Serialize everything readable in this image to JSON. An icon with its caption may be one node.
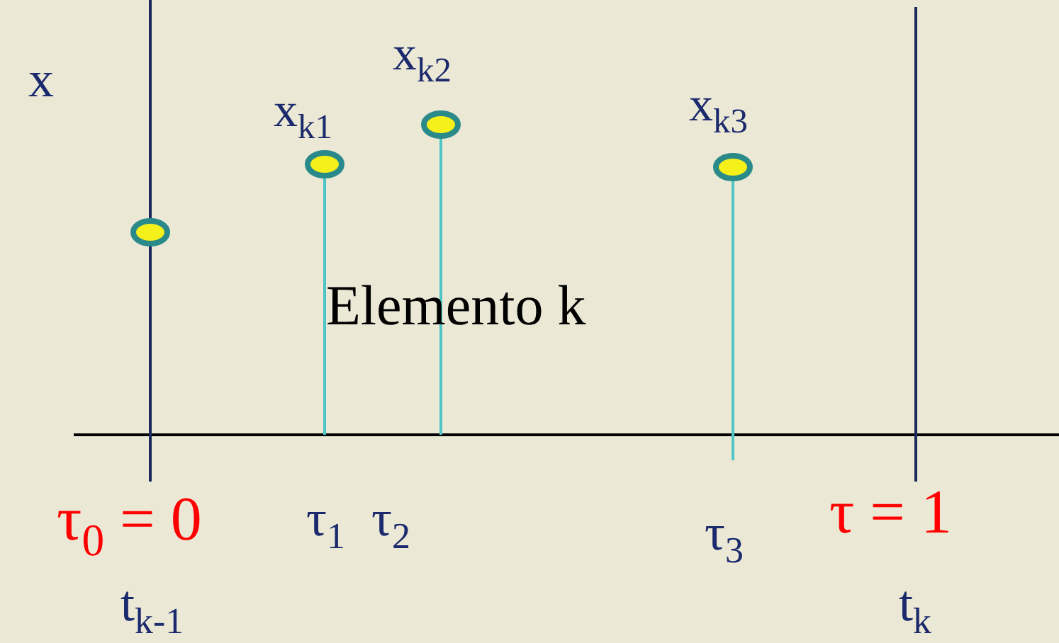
{
  "diagram": {
    "labels": [
      "x",
      "x$_{k1}$",
      "x$_{k2}$",
      "x$_{k3}$",
      "Elemento k",
      "τ$_{0}$ = 0",
      "τ$_{1}$",
      "τ$_{2}$",
      "τ$_{3}$",
      "τ = 1",
      "t$_{k-1}$",
      "t$_{k}$"
    ]
  }
}
